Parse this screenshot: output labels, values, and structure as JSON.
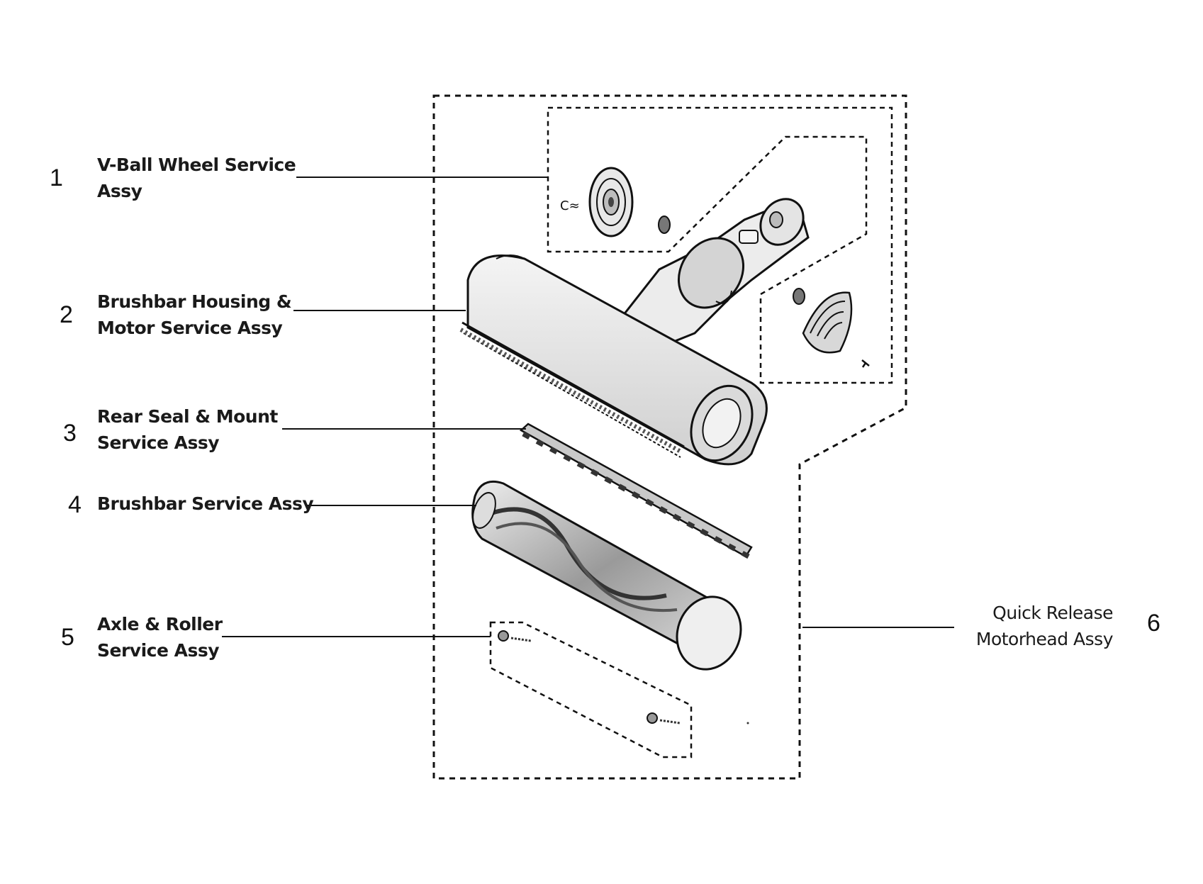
{
  "parts": [
    {
      "number": "1",
      "name_line1": "V-Ball Wheel Service",
      "name_line2": "Assy"
    },
    {
      "number": "2",
      "name_line1": "Brushbar Housing &",
      "name_line2": "Motor Service Assy"
    },
    {
      "number": "3",
      "name_line1": "Rear Seal & Mount",
      "name_line2": "Service Assy"
    },
    {
      "number": "4",
      "name_line1": "Brushbar Service Assy",
      "name_line2": ""
    },
    {
      "number": "5",
      "name_line1": "Axle & Roller",
      "name_line2": "Service Assy"
    },
    {
      "number": "6",
      "name_line1": "Quick Release",
      "name_line2": "Motorhead Assy"
    }
  ],
  "colors": {
    "ink": "#111111",
    "fill_light": "#f2f2f2",
    "fill_mid": "#cfcfcf",
    "fill_dark": "#555555"
  }
}
